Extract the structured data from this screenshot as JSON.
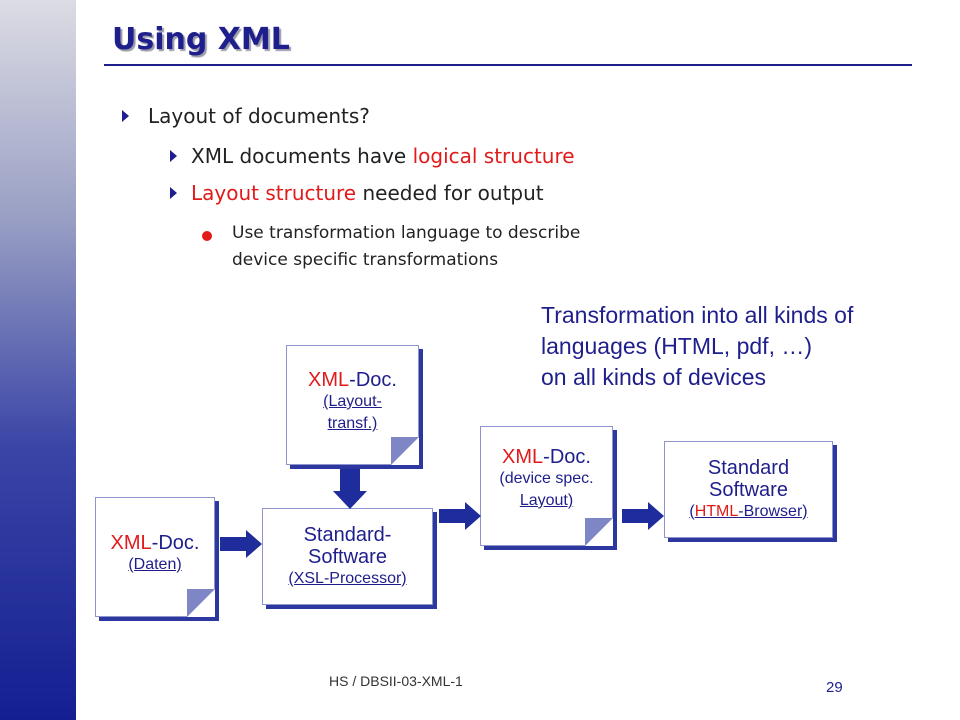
{
  "slide": {
    "title": "Using XML",
    "bullets": {
      "b1": "Layout of documents?",
      "b2_a": "XML documents have ",
      "b2_b": "logical structure",
      "b3_a": "Layout structure",
      "b3_b": " needed for output",
      "sub_line1": "Use transformation language to describe",
      "sub_line2": "device specific transformations"
    },
    "note": {
      "line1": "Transformation into all kinds of",
      "line2": "languages (HTML, pdf, …)",
      "line3": "on all kinds of devices"
    },
    "diagram": {
      "xml_prefix": "XML",
      "doc_suffix": "-Doc.",
      "daten": "(Daten)",
      "layout1": "(Layout-",
      "layout2": "transf.)",
      "device1": "(device spec.",
      "device2": "Layout)",
      "sw1_l1": "Standard-",
      "sw1_l2": "Software",
      "sw1_l3": "(XSL-Processor)",
      "sw2_l1": "Standard",
      "sw2_l2": "Software",
      "sw2_l3_a": "(",
      "sw2_l3_b": "HTML",
      "sw2_l3_c": "-Browser)"
    },
    "footer": "HS / DBSII-03-XML-1",
    "page_number": "29",
    "colors": {
      "accent": "#1e1e8c",
      "highlight": "#e21a1a",
      "arrow": "#1f2d9c"
    }
  }
}
